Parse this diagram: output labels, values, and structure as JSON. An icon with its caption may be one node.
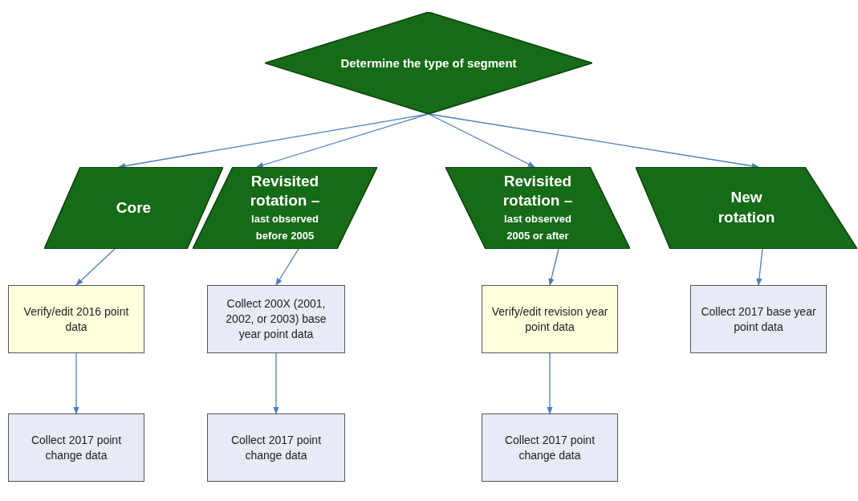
{
  "diagram": {
    "nodes": [
      {
        "text": [
          "Determine the type of segment"
        ]
      },
      {
        "text": [
          "Core"
        ]
      },
      {
        "text": [
          "Revisited rotation –",
          "last observed before 2005"
        ]
      },
      {
        "text": [
          "Revisited rotation –",
          "last observed 2005 or after"
        ]
      },
      {
        "text": [
          "New rotation"
        ]
      },
      {
        "text": [
          "Verify/edit 2016 point data"
        ]
      },
      {
        "text": [
          "Collect 200X (2001, 2002, or 2003) base year point data"
        ]
      },
      {
        "text": [
          "Verify/edit revision year point data"
        ]
      },
      {
        "text": [
          "Collect 2017 base year point data"
        ]
      },
      {
        "text": [
          "Collect 2017 point change data"
        ]
      },
      {
        "text": [
          "Collect 2017 point change data"
        ]
      },
      {
        "text": [
          "Collect 2017 point change data"
        ]
      }
    ],
    "edges": [
      {
        "from": 0,
        "to": 1,
        "arrow": "to"
      },
      {
        "from": 0,
        "to": 2,
        "arrow": "to"
      },
      {
        "from": 0,
        "to": 3,
        "arrow": "to"
      },
      {
        "from": 0,
        "to": 4,
        "arrow": "to"
      },
      {
        "from": 1,
        "to": 5,
        "arrow": "to"
      },
      {
        "from": 2,
        "to": 6,
        "arrow": "to"
      },
      {
        "from": 3,
        "to": 7,
        "arrow": "to"
      },
      {
        "from": 4,
        "to": 8,
        "arrow": "to"
      },
      {
        "from": 5,
        "to": 9,
        "arrow": "to"
      },
      {
        "from": 6,
        "to": 10,
        "arrow": "to"
      },
      {
        "from": 7,
        "to": 11,
        "arrow": "to"
      }
    ]
  }
}
